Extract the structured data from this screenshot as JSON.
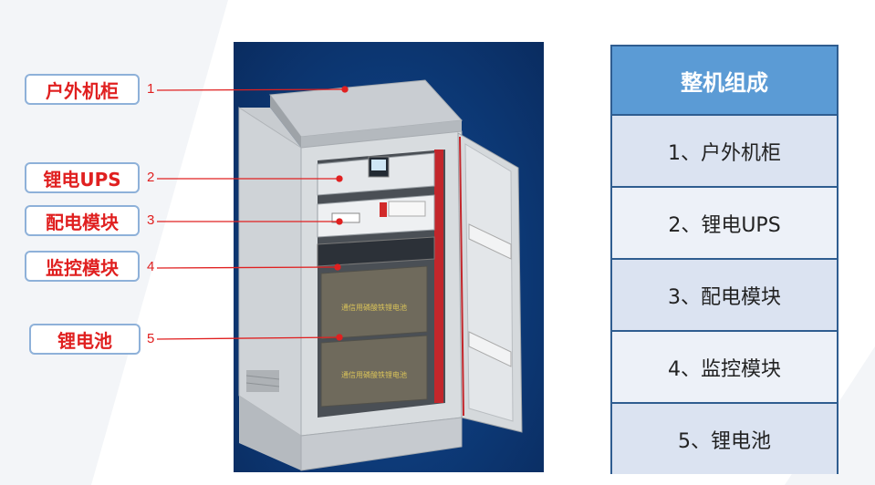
{
  "labels": [
    {
      "text": "户外机柜",
      "num": "1"
    },
    {
      "text": "锂电UPS",
      "num": "2"
    },
    {
      "text": "配电模块",
      "num": "3"
    },
    {
      "text": "监控模块",
      "num": "4"
    },
    {
      "text": "锂电池",
      "num": "5"
    }
  ],
  "table": {
    "header": "整机组成",
    "rows": [
      "1、户外机柜",
      "2、锂电UPS",
      "3、配电模块",
      "4、监控模块",
      "5、锂电池"
    ]
  },
  "battery_text": "通信用磷酸铁锂电池",
  "colors": {
    "label_text": "#e02020",
    "label_border": "#8eb1d9",
    "table_header": "#5b9bd5",
    "row_dark": "#dbe3f1",
    "row_light": "#edf1f8"
  }
}
